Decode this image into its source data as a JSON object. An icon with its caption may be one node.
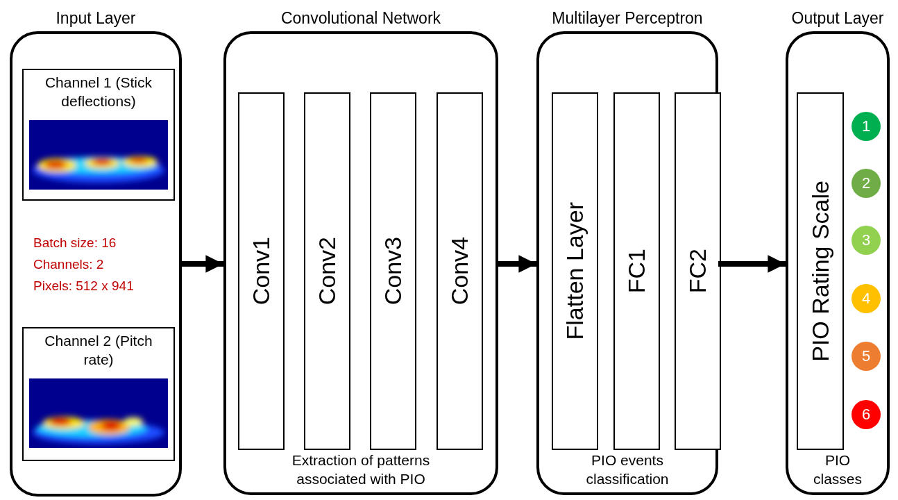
{
  "diagram": {
    "nodes": [
      {
        "text": [
          "Input Layer",
          "Batch size: 16 Channels: 2 Pixels: 512 x 941"
        ]
      },
      {
        "text": [
          "Channel 1 (Stick deflections)"
        ],
        "in": 0
      },
      {
        "text": [
          "Channel 2 (Pitch rate)"
        ],
        "in": 0
      },
      {
        "text": [
          "Convolutional Network",
          "Extraction of patterns associated with PIO"
        ]
      },
      {
        "text": [
          "Conv1"
        ],
        "in": 3
      },
      {
        "text": [
          "Conv2"
        ],
        "in": 3
      },
      {
        "text": [
          "Conv3"
        ],
        "in": 3
      },
      {
        "text": [
          "Conv4"
        ],
        "in": 3
      },
      {
        "text": [
          "Multilayer Perceptron",
          "PIO events classification"
        ]
      },
      {
        "text": [
          "Flatten Layer"
        ],
        "in": 8
      },
      {
        "text": [
          "FC1"
        ],
        "in": 8
      },
      {
        "text": [
          "FC2"
        ],
        "in": 8
      },
      {
        "text": [
          "Output Layer",
          "PIO classes"
        ]
      },
      {
        "text": [
          "PIO Rating Scale"
        ],
        "in": 12
      },
      {
        "text": [
          "1"
        ],
        "in": 12
      },
      {
        "text": [
          "2"
        ],
        "in": 12
      },
      {
        "text": [
          "3"
        ],
        "in": 12
      },
      {
        "text": [
          "4"
        ],
        "in": 12
      },
      {
        "text": [
          "5"
        ],
        "in": 12
      },
      {
        "text": [
          "6"
        ],
        "in": 12
      }
    ],
    "edges": [
      {
        "from": 0,
        "to": 3,
        "arrow": "to"
      },
      {
        "from": 3,
        "to": 8,
        "arrow": "to"
      },
      {
        "from": 8,
        "to": 12,
        "arrow": "to"
      }
    ]
  }
}
